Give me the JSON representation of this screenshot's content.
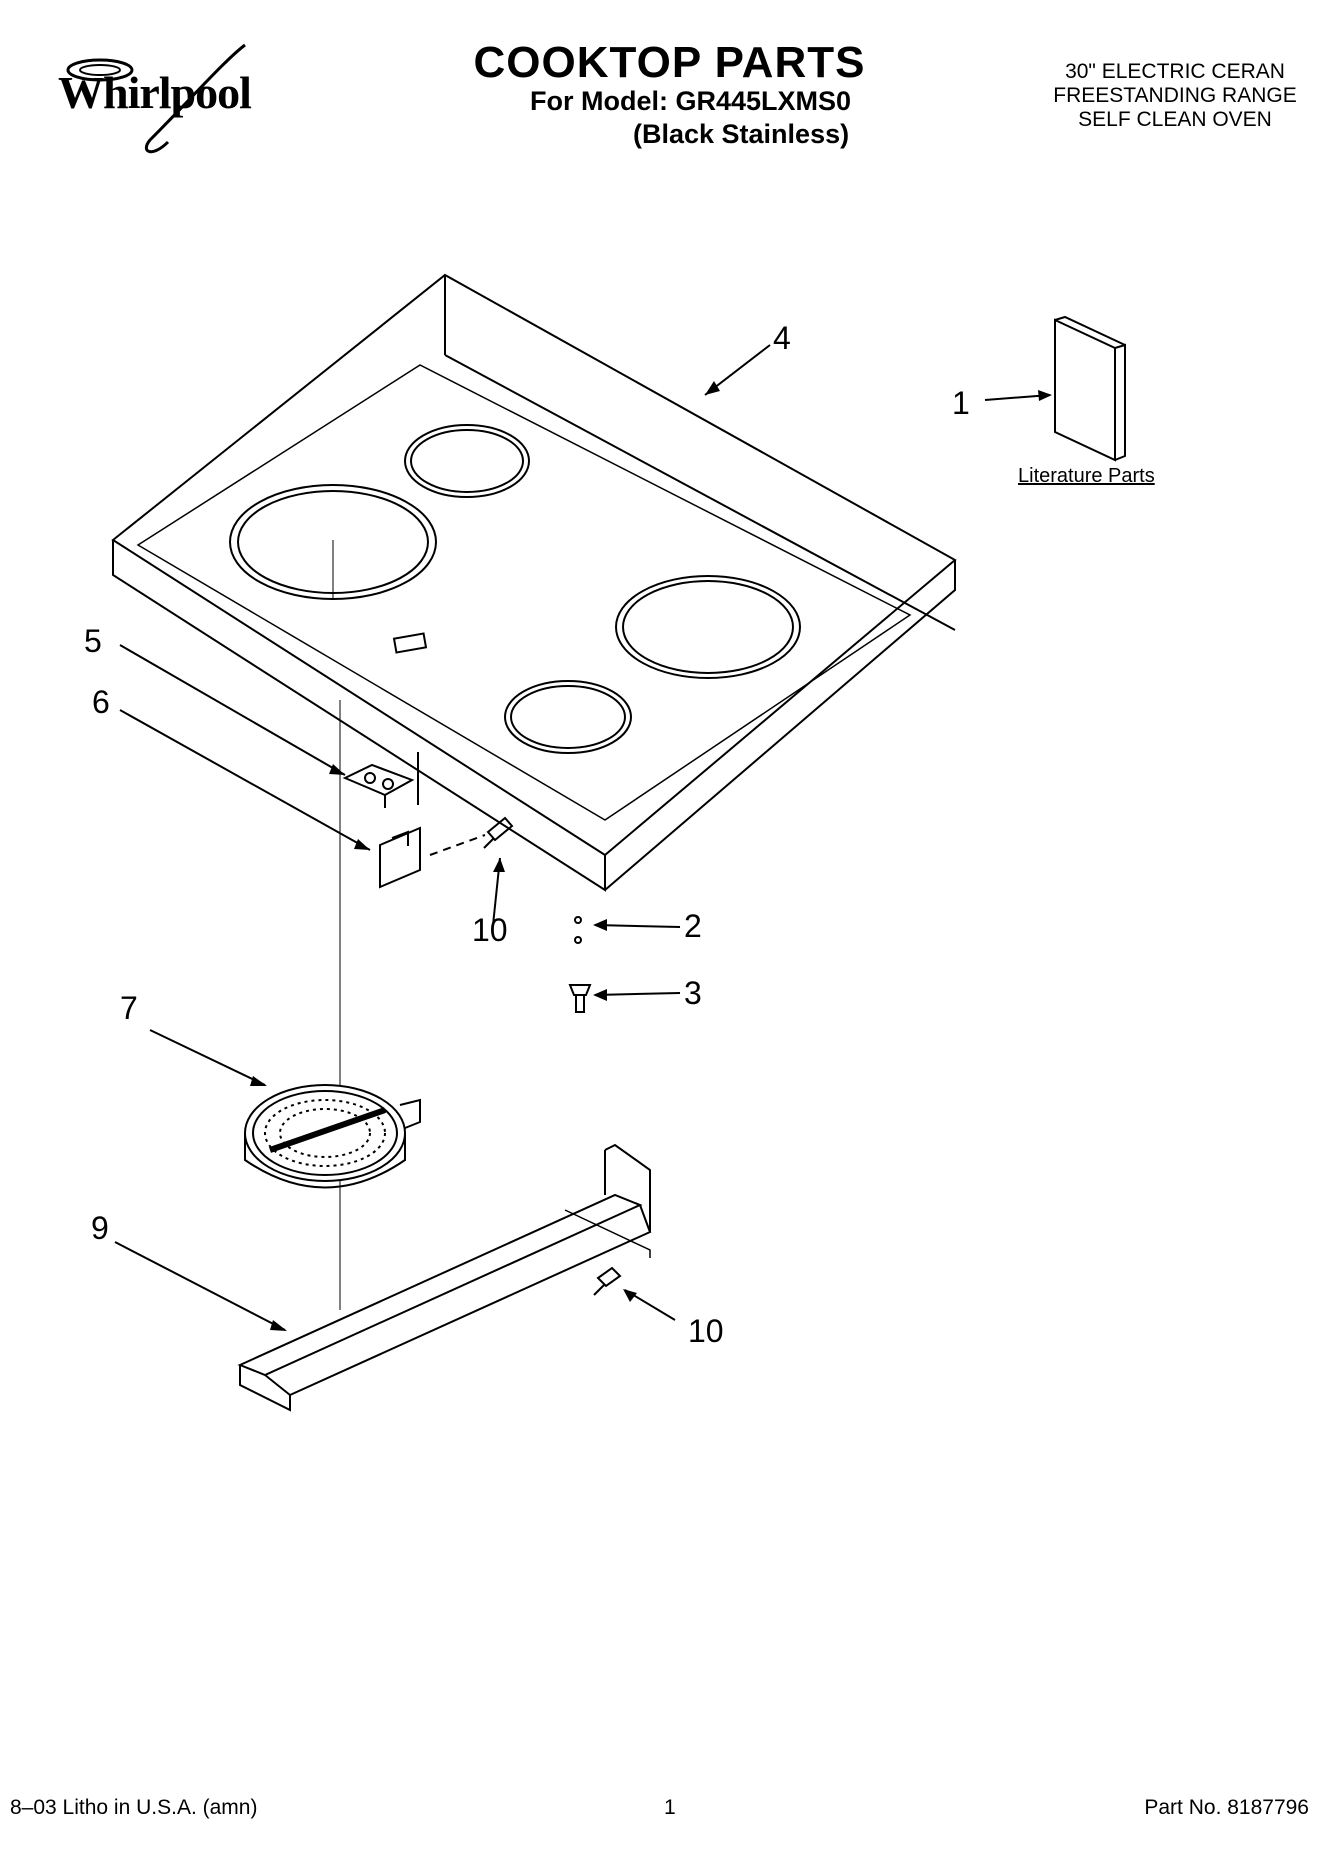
{
  "brand": {
    "logo_text": "Whirlpool"
  },
  "header": {
    "title": "COOKTOP PARTS",
    "model_line": "For Model: GR445LXMS0",
    "finish_line": "(Black Stainless)",
    "product_desc": [
      "30\" ELECTRIC CERAN",
      "FREESTANDING RANGE",
      "SELF CLEAN OVEN"
    ]
  },
  "callouts": {
    "c1": "1",
    "c2": "2",
    "c3": "3",
    "c4": "4",
    "c5": "5",
    "c6": "6",
    "c7": "7",
    "c9": "9",
    "c10a": "10",
    "c10b": "10"
  },
  "literature_label": "Literature Parts",
  "footer": {
    "left": "8–03 Litho in U.S.A. (amn)",
    "center": "1",
    "right": "Part No. 8187796"
  }
}
